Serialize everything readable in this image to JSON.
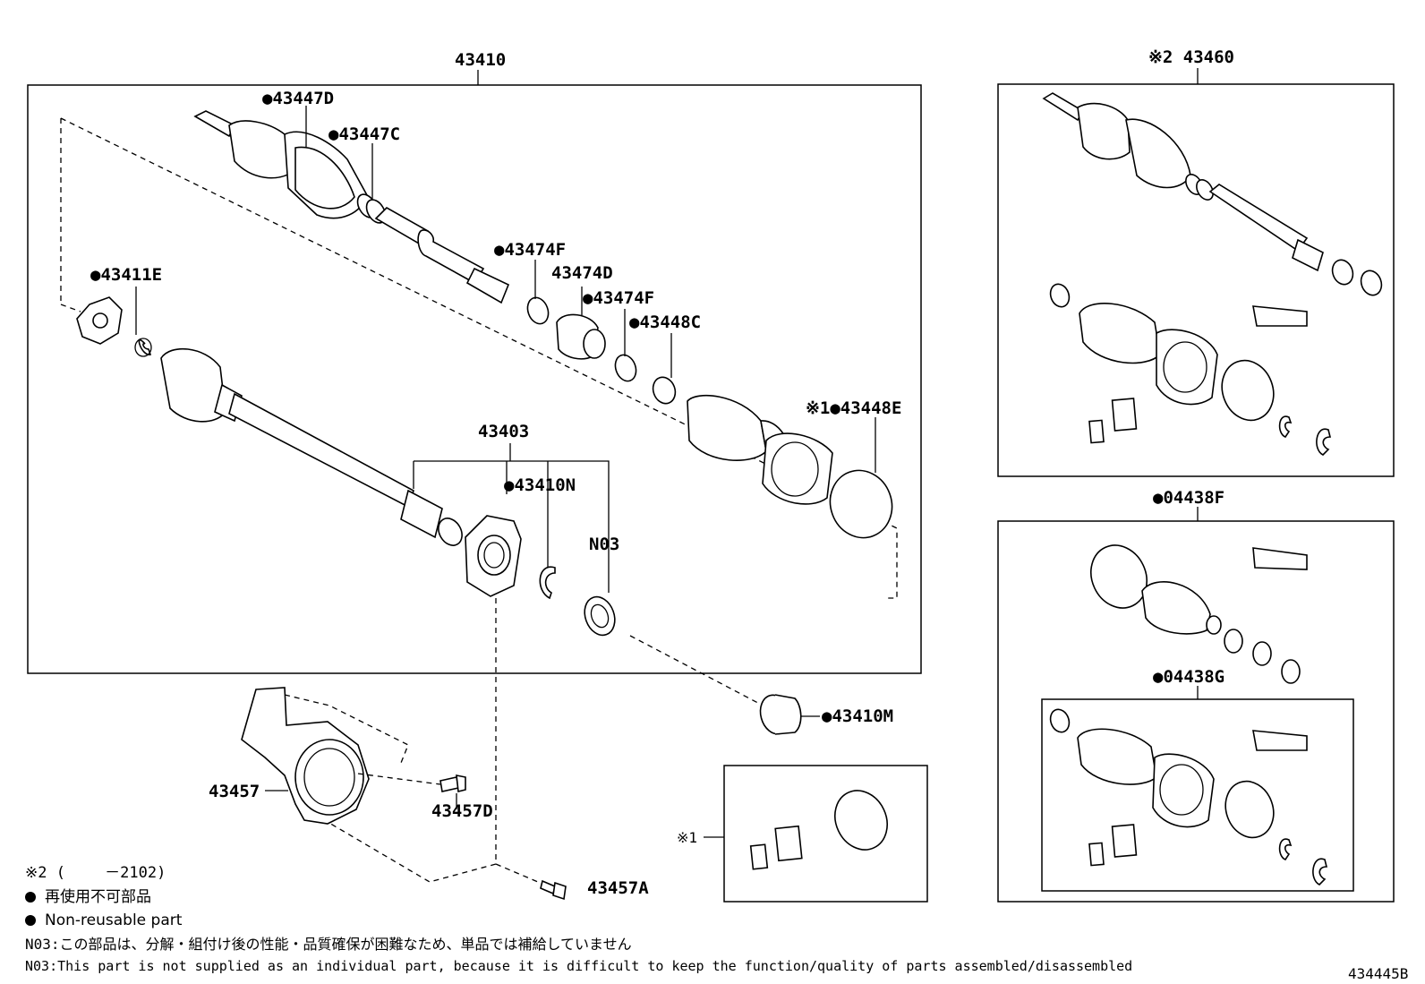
{
  "diagram": {
    "main_assembly": "43410",
    "right_assembly": "※2 43460",
    "kit_f": "●04438F",
    "kit_g": "●04438G",
    "hub_group": "43403",
    "labels": {
      "p43447D": "●43447D",
      "p43447C": "●43447C",
      "p43411E": "●43411E",
      "p43474F_1": "●43474F",
      "p43474D": "43474D",
      "p43474F_2": "●43474F",
      "p43448C": "●43448C",
      "p43448E": "※1●43448E",
      "p43410N": "●43410N",
      "pN03": "N03",
      "p43410M": "●43410M",
      "p43457": "43457",
      "p43457D": "43457D",
      "p43457A": "43457A",
      "ref1": "※1"
    }
  },
  "legend": {
    "note2": "※2 (　　 －2102)",
    "non_reusable_jp": "再使用不可部品",
    "non_reusable_en": "Non-reusable part",
    "n03_jp": "N03:この部品は、分解・組付け後の性能・品質確保が困難なため、単品では補給していません",
    "n03_en": "N03:This part is not supplied as an individual part, because it is difficult to keep the function/quality of parts assembled/disassembled"
  },
  "figure_id": "434445B"
}
